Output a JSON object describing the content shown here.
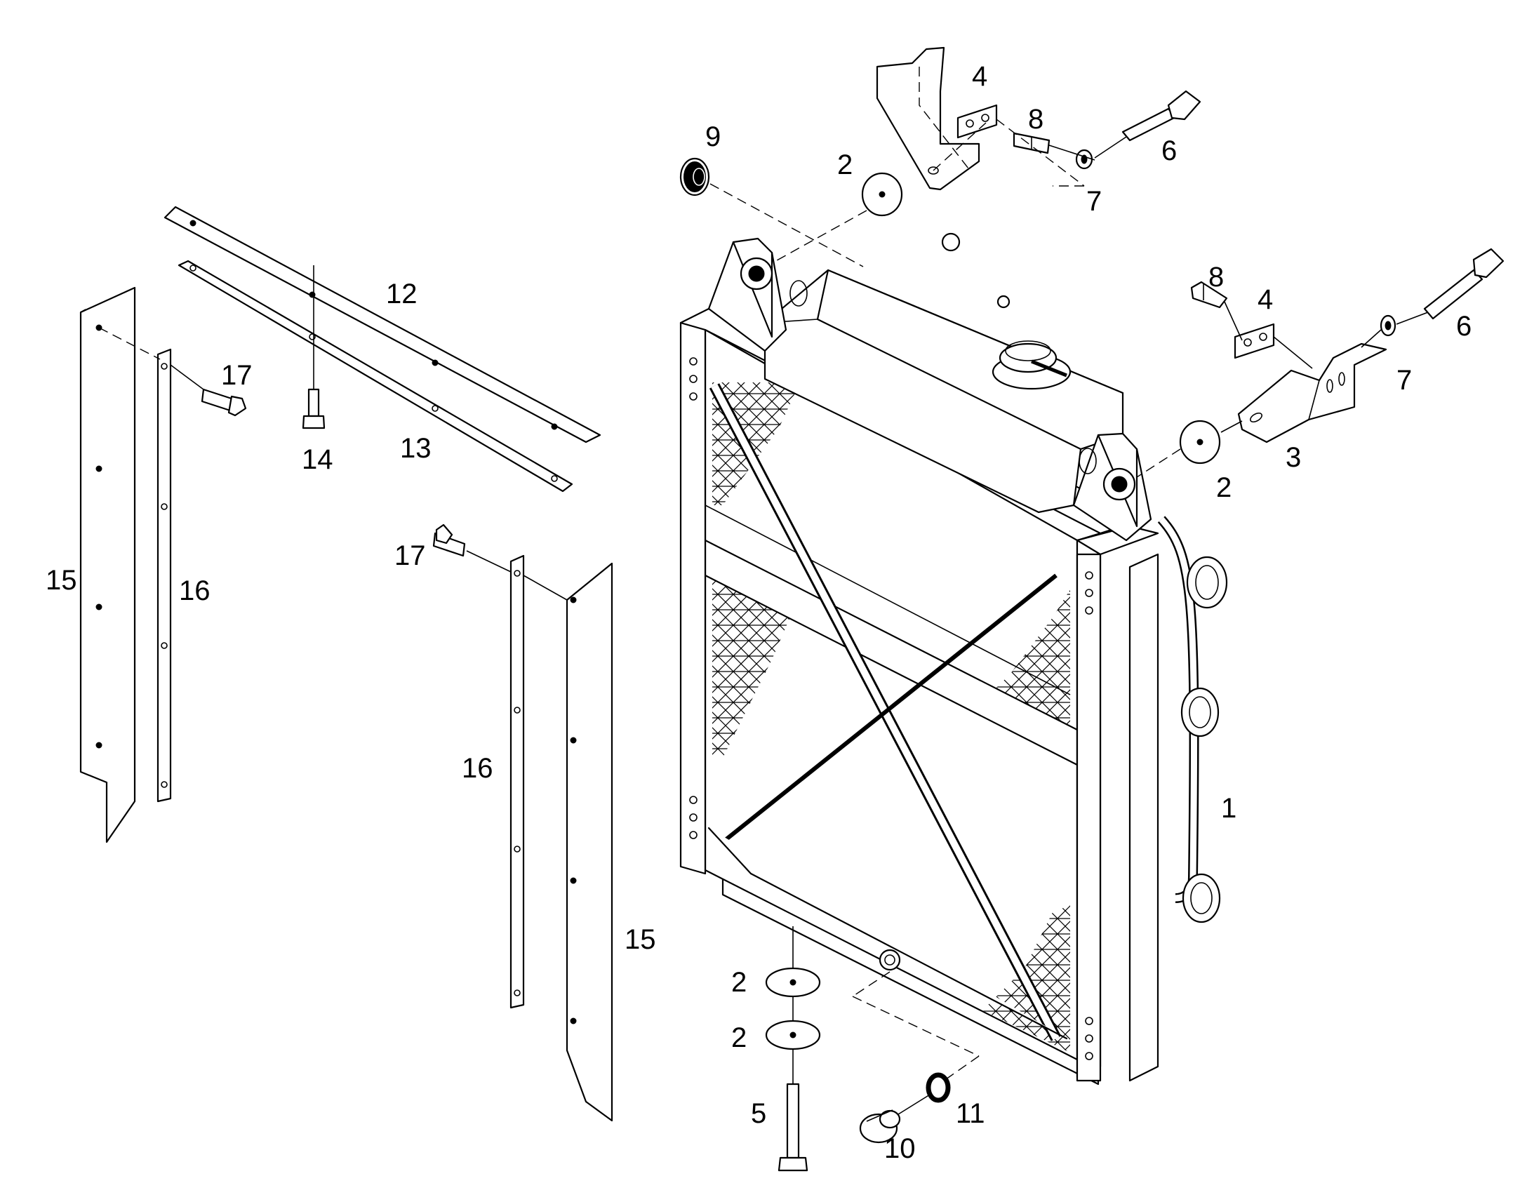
{
  "diagram": {
    "labels": {
      "l1": "1",
      "l2a": "2",
      "l2b": "2",
      "l2c": "2",
      "l2d": "2",
      "l3": "3",
      "l4a": "4",
      "l4b": "4",
      "l5": "5",
      "l6a": "6",
      "l6b": "6",
      "l7a": "7",
      "l7b": "7",
      "l8a": "8",
      "l8b": "8",
      "l9": "9",
      "l10": "10",
      "l11": "11",
      "l12": "12",
      "l13": "13",
      "l14": "14",
      "l15a": "15",
      "l15b": "15",
      "l16a": "16",
      "l16b": "16",
      "l17a": "17",
      "l17b": "17"
    }
  }
}
